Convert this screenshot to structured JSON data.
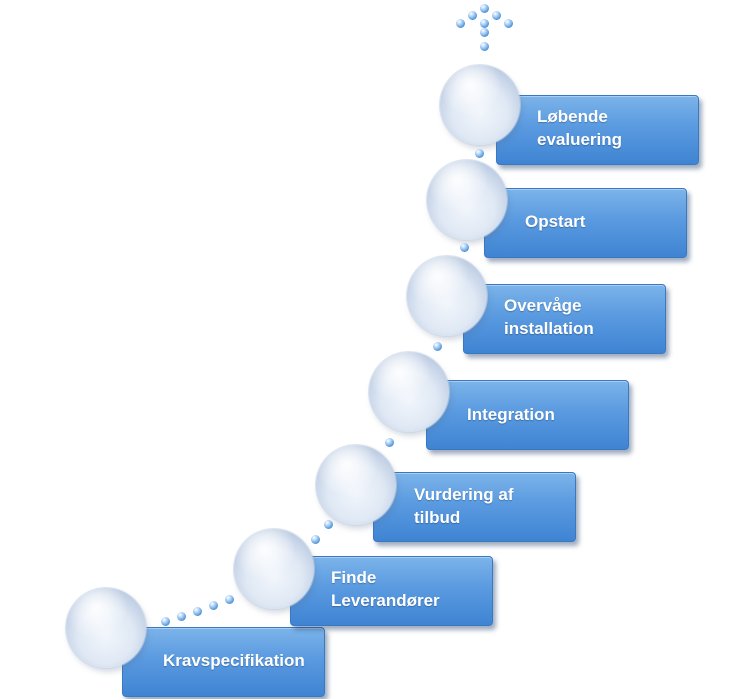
{
  "steps": [
    {
      "label": "Kravspecifikation"
    },
    {
      "label": "Finde\nLeverandører"
    },
    {
      "label": "Vurdering af\ntilbud"
    },
    {
      "label": "Integration"
    },
    {
      "label": "Overvåge\ninstallation"
    },
    {
      "label": "Opstart"
    },
    {
      "label": "Løbende\nevaluering"
    }
  ],
  "colors": {
    "box": "#5a9ae0",
    "box_border": "#3b78c2",
    "text": "#ffffff",
    "bubble": "#dfe8f4",
    "dot": "#3d86d4"
  }
}
